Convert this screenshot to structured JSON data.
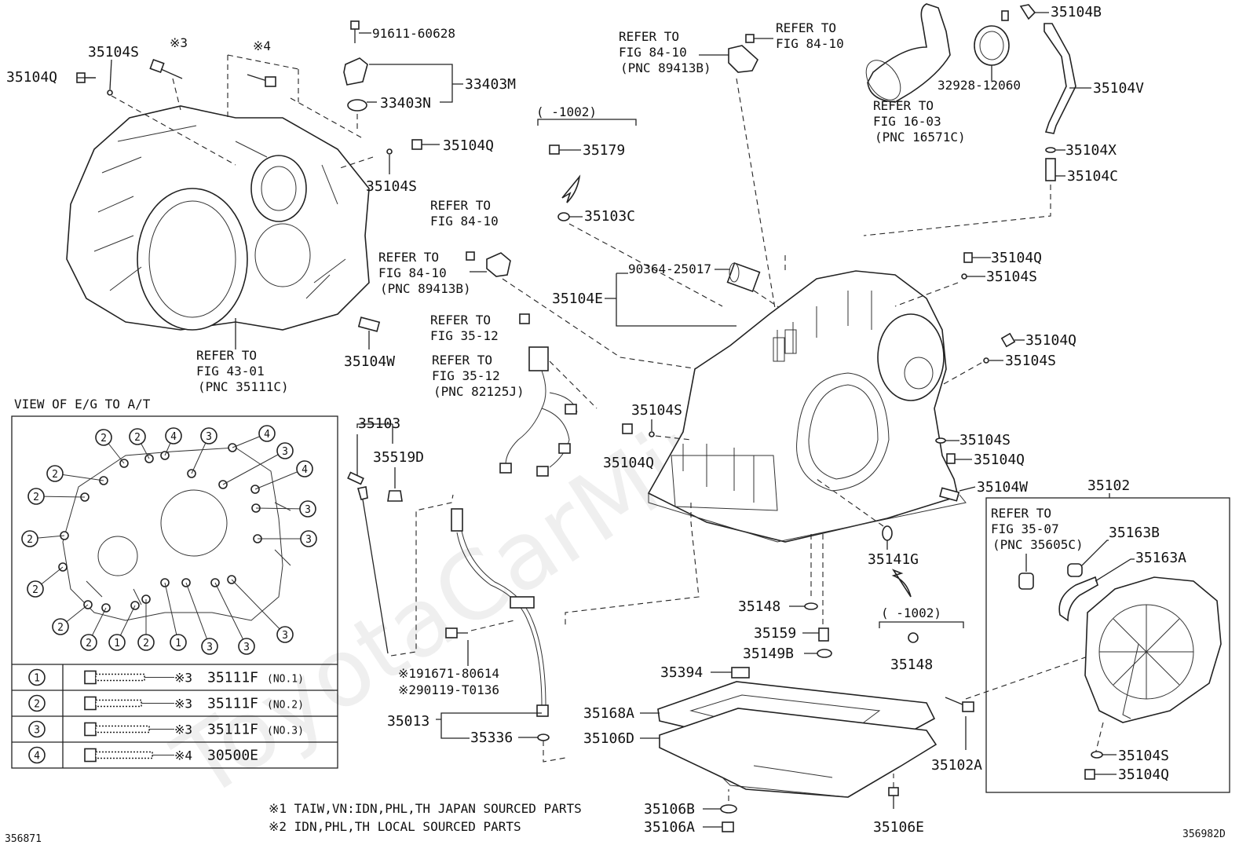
{
  "parts": {
    "p35104S_a": "35104S",
    "p35104Q_a": "35104Q",
    "note3_a": "※3",
    "note4_a": "※4",
    "p91611": "91611-60628",
    "p33403M": "33403M",
    "p33403N": "33403N",
    "p35104Q_b": "35104Q",
    "p35104S_b": "35104S",
    "p35104W_a": "35104W",
    "p35179": "35179",
    "p35103C": "35103C",
    "range_1002_a": "(    -1002)",
    "p90364": "90364-25017",
    "p35104E": "35104E",
    "p32928": "32928-12060",
    "p35104B": "35104B",
    "p35104V": "35104V",
    "p35104X": "35104X",
    "p35104C": "35104C",
    "p35104Q_c": "35104Q",
    "p35104S_c": "35104S",
    "p35104Q_d": "35104Q",
    "p35104S_d": "35104S",
    "p35104S_e": "35104S",
    "p35104Q_e": "35104Q",
    "p35104W_b": "35104W",
    "p35104S_f": "35104S",
    "p35104Q_f": "35104Q",
    "p35103": "35103",
    "p35519D": "35519D",
    "p35141G": "35141G",
    "p35148_a": "35148",
    "p35159": "35159",
    "p35149B": "35149B",
    "range_1002_b": "(    -1002)",
    "p35148_b": "35148",
    "p35394": "35394",
    "p35168A": "35168A",
    "p35106D": "35106D",
    "p35106B": "35106B",
    "p35106A": "35106A",
    "p35106E": "35106E",
    "p35102A": "35102A",
    "p35013": "35013",
    "p35336": "35336",
    "p91671": "※191671-80614",
    "p90119": "※290119-T0136",
    "p35102": "35102",
    "p35163B": "35163B",
    "p35163A": "35163A",
    "p35104S_g": "35104S",
    "p35104Q_g": "35104Q"
  },
  "refs": {
    "r1": [
      "REFER TO",
      "FIG 84-10",
      "(PNC 89413B)"
    ],
    "r2": [
      "REFER TO",
      "FIG 84-10"
    ],
    "r3": [
      "REFER TO",
      "FIG 16-03",
      "(PNC 16571C)"
    ],
    "r4": [
      "REFER TO",
      "FIG 84-10"
    ],
    "r5": [
      "REFER TO",
      "FIG 84-10",
      "(PNC 89413B)"
    ],
    "r6": [
      "REFER TO",
      "FIG 35-12"
    ],
    "r7": [
      "REFER TO",
      "FIG 35-12",
      "(PNC 82125J)"
    ],
    "r8": [
      "REFER TO",
      "FIG 43-01",
      "(PNC 35111C)"
    ],
    "r9": [
      "REFER TO",
      "FIG 35-07",
      "(PNC 35605C)"
    ]
  },
  "inset": {
    "title": "VIEW OF E/G TO A/T",
    "callouts": [
      "2",
      "2",
      "4",
      "3",
      "4",
      "3",
      "4",
      "2",
      "2",
      "3",
      "2",
      "3",
      "2",
      "3",
      "2",
      "2",
      "1",
      "2",
      "1",
      "3",
      "3",
      "3",
      "3"
    ],
    "table": [
      {
        "num": "1",
        "note": "※3",
        "part": "35111F",
        "sub": "(NO.1)"
      },
      {
        "num": "2",
        "note": "※3",
        "part": "35111F",
        "sub": "(NO.2)"
      },
      {
        "num": "3",
        "note": "※3",
        "part": "35111F",
        "sub": "(NO.3)"
      },
      {
        "num": "4",
        "note": "※4",
        "part": "30500E",
        "sub": ""
      }
    ]
  },
  "footnotes": {
    "n1": "※1 TAIW,VN:IDN,PHL,TH JAPAN SOURCED PARTS",
    "n2": "※2 IDN,PHL,TH LOCAL SOURCED PARTS"
  },
  "figure_ids": {
    "left": "356871",
    "right": "356982D"
  },
  "watermark": "ToyotaCarMine.ru"
}
